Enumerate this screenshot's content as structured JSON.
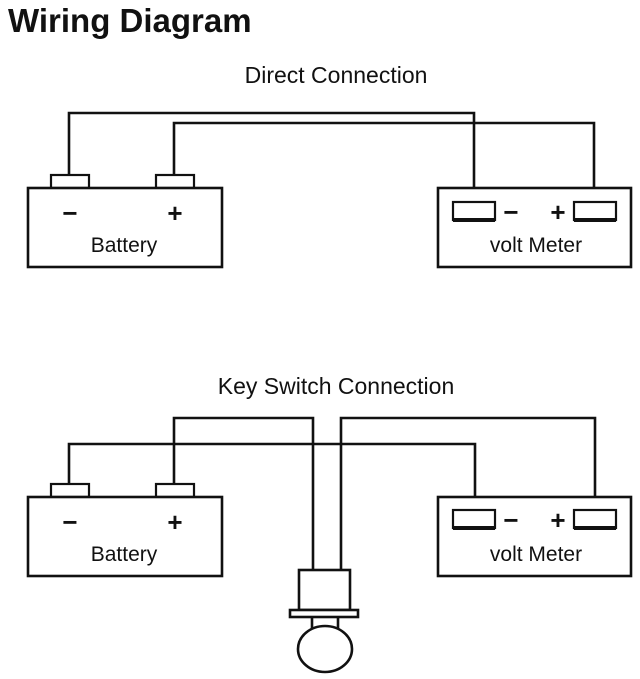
{
  "title": "Wiring Diagram",
  "sections": [
    {
      "heading": "Direct Connection",
      "battery": {
        "label": "Battery",
        "neg_sign": "−",
        "pos_sign": "+"
      },
      "meter": {
        "label": "volt Meter",
        "neg_sign": "−",
        "pos_sign": "+"
      }
    },
    {
      "heading": "Key Switch Connection",
      "battery": {
        "label": "Battery",
        "neg_sign": "−",
        "pos_sign": "+"
      },
      "meter": {
        "label": "volt Meter",
        "neg_sign": "−",
        "pos_sign": "+"
      },
      "switch": {
        "name": "key switch"
      }
    }
  ],
  "colors": {
    "line": "#111111",
    "background": "#ffffff"
  }
}
